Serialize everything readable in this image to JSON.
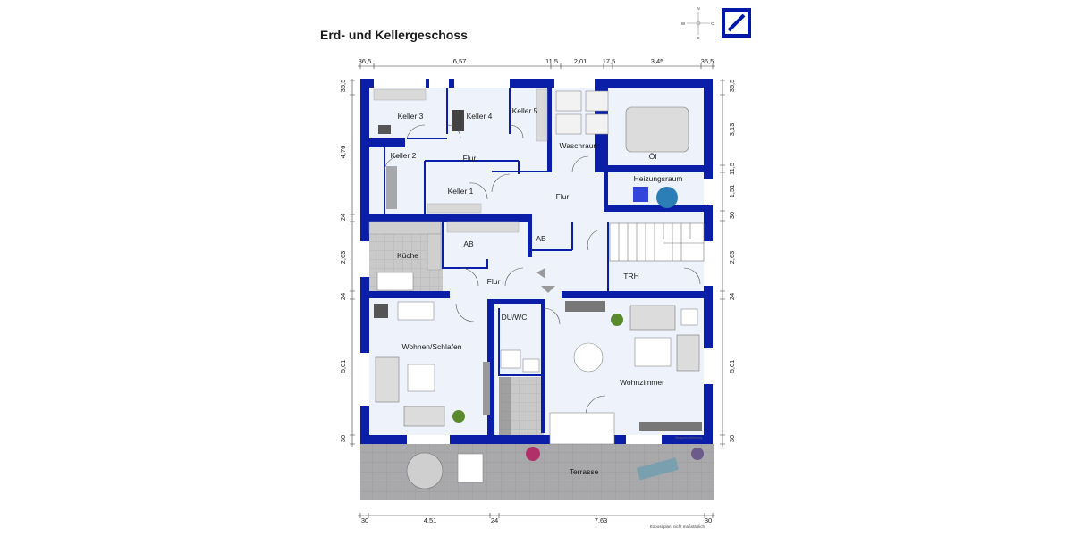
{
  "title": "Erd- und Kellergeschoss",
  "compass": {
    "n": "N",
    "e": "O",
    "s": "S",
    "w": "W"
  },
  "rooms": {
    "keller3": "Keller 3",
    "keller4": "Keller 4",
    "keller5": "Keller 5",
    "waschraum": "Waschraum",
    "oel": "Öl",
    "keller2": "Keller 2",
    "flur_keller": "Flur",
    "keller1": "Keller 1",
    "flur_mitte": "Flur",
    "heizungsraum": "Heizungsraum",
    "kueche": "Küche",
    "ab1": "AB",
    "ab2": "AB",
    "flur_eg": "Flur",
    "trh": "TRH",
    "duwc": "DU/WC",
    "wohnen_schlafen": "Wohnen/Schlafen",
    "wohnzimmer": "Wohnzimmer",
    "terrasse": "Terrasse"
  },
  "dims": {
    "top": [
      "36,5",
      "6,57",
      "11,5",
      "2,01",
      "17,5",
      "3,45",
      "36,5"
    ],
    "left": [
      "36,5",
      "4,76",
      "24",
      "2,63",
      "24",
      "5,01",
      "30"
    ],
    "right": [
      "36,5",
      "3,13",
      "11,5",
      "1,51",
      "30",
      "2,63",
      "24",
      "5,01",
      "30"
    ],
    "bottom": [
      "30",
      "4,51",
      "24",
      "7,63",
      "30"
    ]
  },
  "footnote": "Exposéplan, nicht maßstäblich",
  "furniture_note": "Beispielmöblierung"
}
